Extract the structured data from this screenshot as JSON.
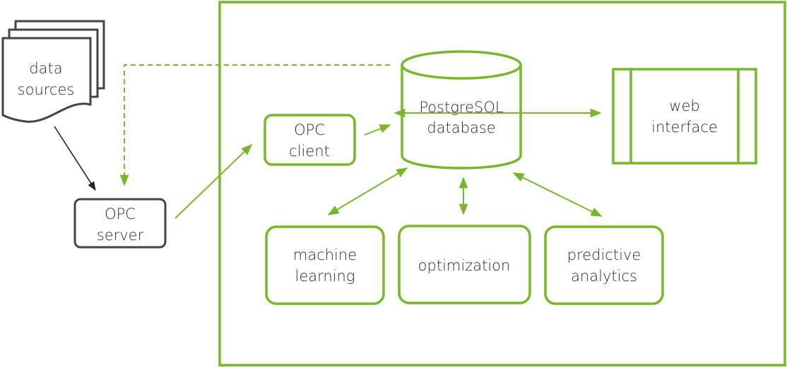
{
  "colors": {
    "accent": "#76b82a",
    "dark": "#444444",
    "text": "#2b2b2b"
  },
  "nodes": {
    "data_sources": {
      "line1": "data",
      "line2": "sources"
    },
    "opc_server": {
      "line1": "OPC",
      "line2": "server"
    },
    "opc_client": {
      "line1": "OPC",
      "line2": "client"
    },
    "database": {
      "line1": "PostgreSQL",
      "line2": "database"
    },
    "web_interface": {
      "line1": "web",
      "line2": "interface"
    },
    "machine_learning": {
      "line1": "machine",
      "line2": "learning"
    },
    "optimization": {
      "line1": "optimization"
    },
    "predictive_analytics": {
      "line1": "predictive",
      "line2": "analytics"
    }
  }
}
